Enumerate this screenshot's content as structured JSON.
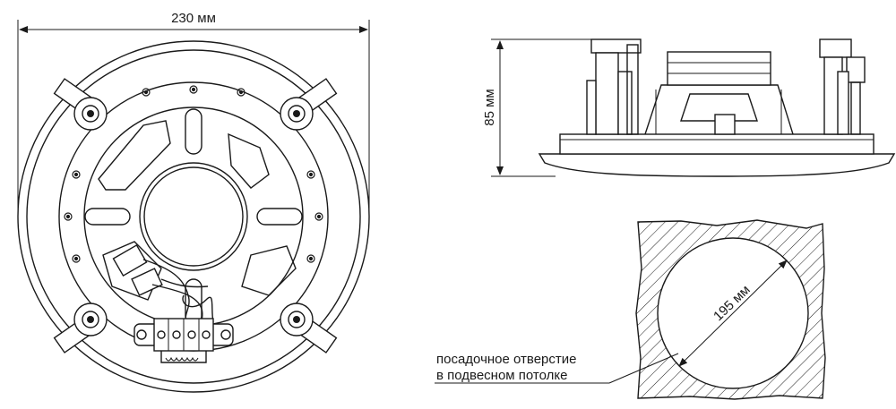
{
  "dimensions": {
    "width_label": "230 мм",
    "height_label": "85 мм",
    "hole_label": "195 мм"
  },
  "caption": {
    "line1": "посадочное отверстие",
    "line2": "в подвесном потолке"
  },
  "colors": {
    "stroke": "#1a1a1a",
    "background": "#ffffff"
  }
}
